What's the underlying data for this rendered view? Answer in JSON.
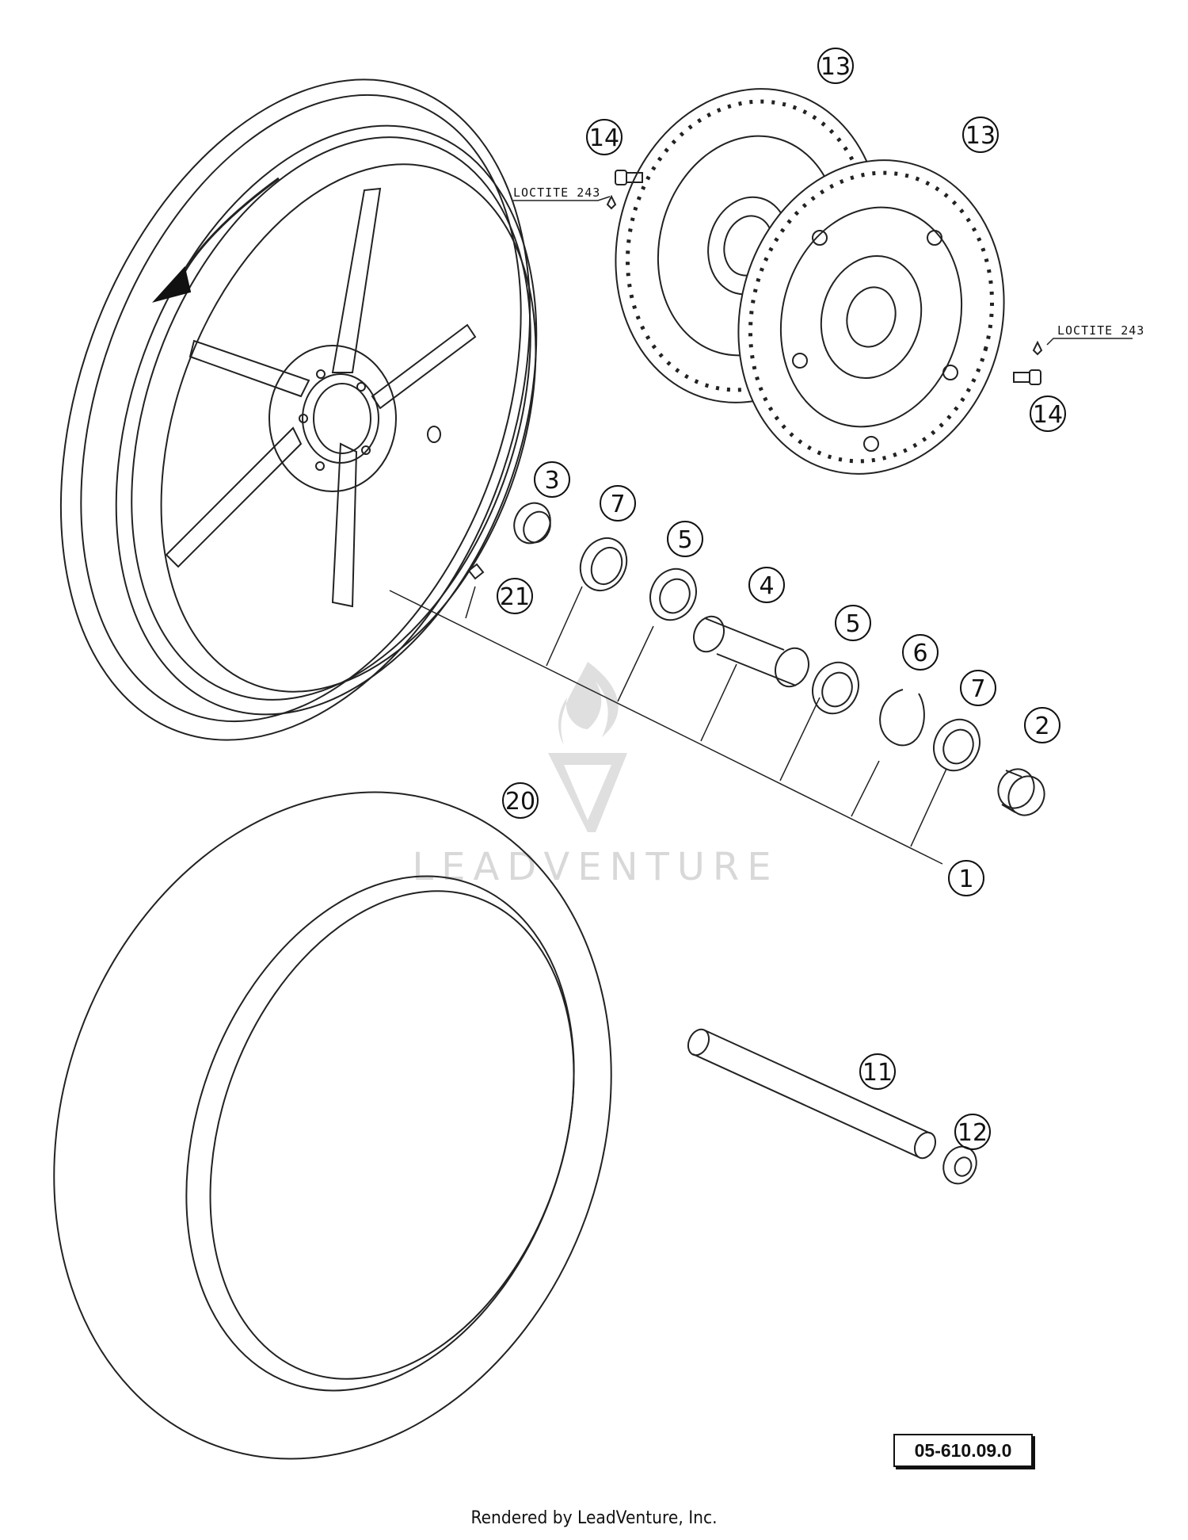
{
  "callouts": [
    "13",
    "13",
    "14",
    "14",
    "3",
    "7",
    "5",
    "4",
    "5",
    "6",
    "7",
    "2",
    "21",
    "20",
    "1",
    "11",
    "12"
  ],
  "notes": [
    "LOCTITE 243",
    "LOCTITE 243"
  ],
  "reference_code": "05-610.09.0",
  "watermark": "LEADVENTURE",
  "footer": "Rendered by LeadVenture, Inc."
}
